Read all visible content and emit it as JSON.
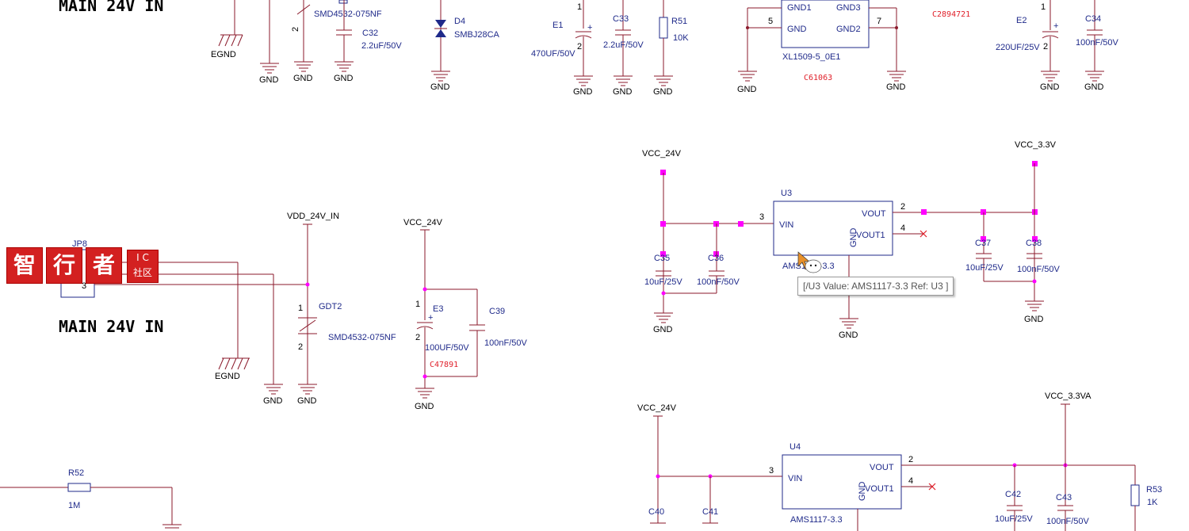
{
  "headings": {
    "top": "MAIN 24V IN",
    "mid": "MAIN 24V IN"
  },
  "nets": {
    "vcc24": "VCC_24V",
    "vcc33": "VCC_3.3V",
    "vcc33a": "VCC_3.3VA",
    "vdd24in": "VDD_24V_IN",
    "gnd": "GND",
    "egnd": "EGND"
  },
  "parts": {
    "smd_top": "SMD4532-075NF",
    "c32": "C32",
    "c32v": "2.2uF/50V",
    "d4": "D4",
    "d4v": "SMBJ28CA",
    "e1": "E1",
    "e1v": "470UF/50V",
    "c33": "C33",
    "c33v": "2.2uF/50V",
    "r51": "R51",
    "r51v": "10K",
    "xl": "XL1509-5_0E1",
    "xl_lcsc": "C61063",
    "xl_p1": "GND1",
    "xl_p2": "GND",
    "xl_p3": "GND3",
    "xl_p4": "GND2",
    "xl_n5": "5",
    "xl_n7": "7",
    "lcsc_top": "C2894721",
    "e2": "E2",
    "e2v": "220UF/25V",
    "c34": "C34",
    "c34v": "100nF/50V",
    "jp8": "JP8",
    "jp8_pin": "3",
    "gdt2": "GDT2",
    "gdt2v": "SMD4532-075NF",
    "e3": "E3",
    "e3v": "100UF/50V",
    "e3_lcsc": "C47891",
    "c39": "C39",
    "c39v": "100nF/50V",
    "u3": "U3",
    "u3v": "AMS1117-3.3",
    "c35": "C35",
    "c35v": "10uF/25V",
    "c36": "C36",
    "c36v": "100nF/50V",
    "c37": "C37",
    "c37v": "10uF/25V",
    "c38": "C38",
    "c38v": "100nF/50V",
    "u4": "U4",
    "u4v": "AMS1117-3.3",
    "c40": "C40",
    "c41": "C41",
    "c42": "C42",
    "c42v": "10uF/25V",
    "c43": "C43",
    "c43v": "100nF/50V",
    "r53": "R53",
    "r53v": "1K",
    "r52": "R52",
    "r52v": "1M"
  },
  "pins": {
    "vin": "VIN",
    "vout": "VOUT",
    "vout1": "VOUT1",
    "gnd": "GND",
    "n1": "1",
    "n2": "2",
    "n3": "3",
    "n4": "4"
  },
  "tooltip": "[/U3 Value: AMS1117-3.3 Ref: U3 ]",
  "logo": {
    "c1": "智",
    "c2": "行",
    "c3": "者",
    "ic": "I C",
    "sq": "社区"
  },
  "colors": {
    "wire": "#8b1a2b",
    "box": "#1f2a8a",
    "junction": "#ff00ff",
    "lcsc": "#e0202a"
  }
}
